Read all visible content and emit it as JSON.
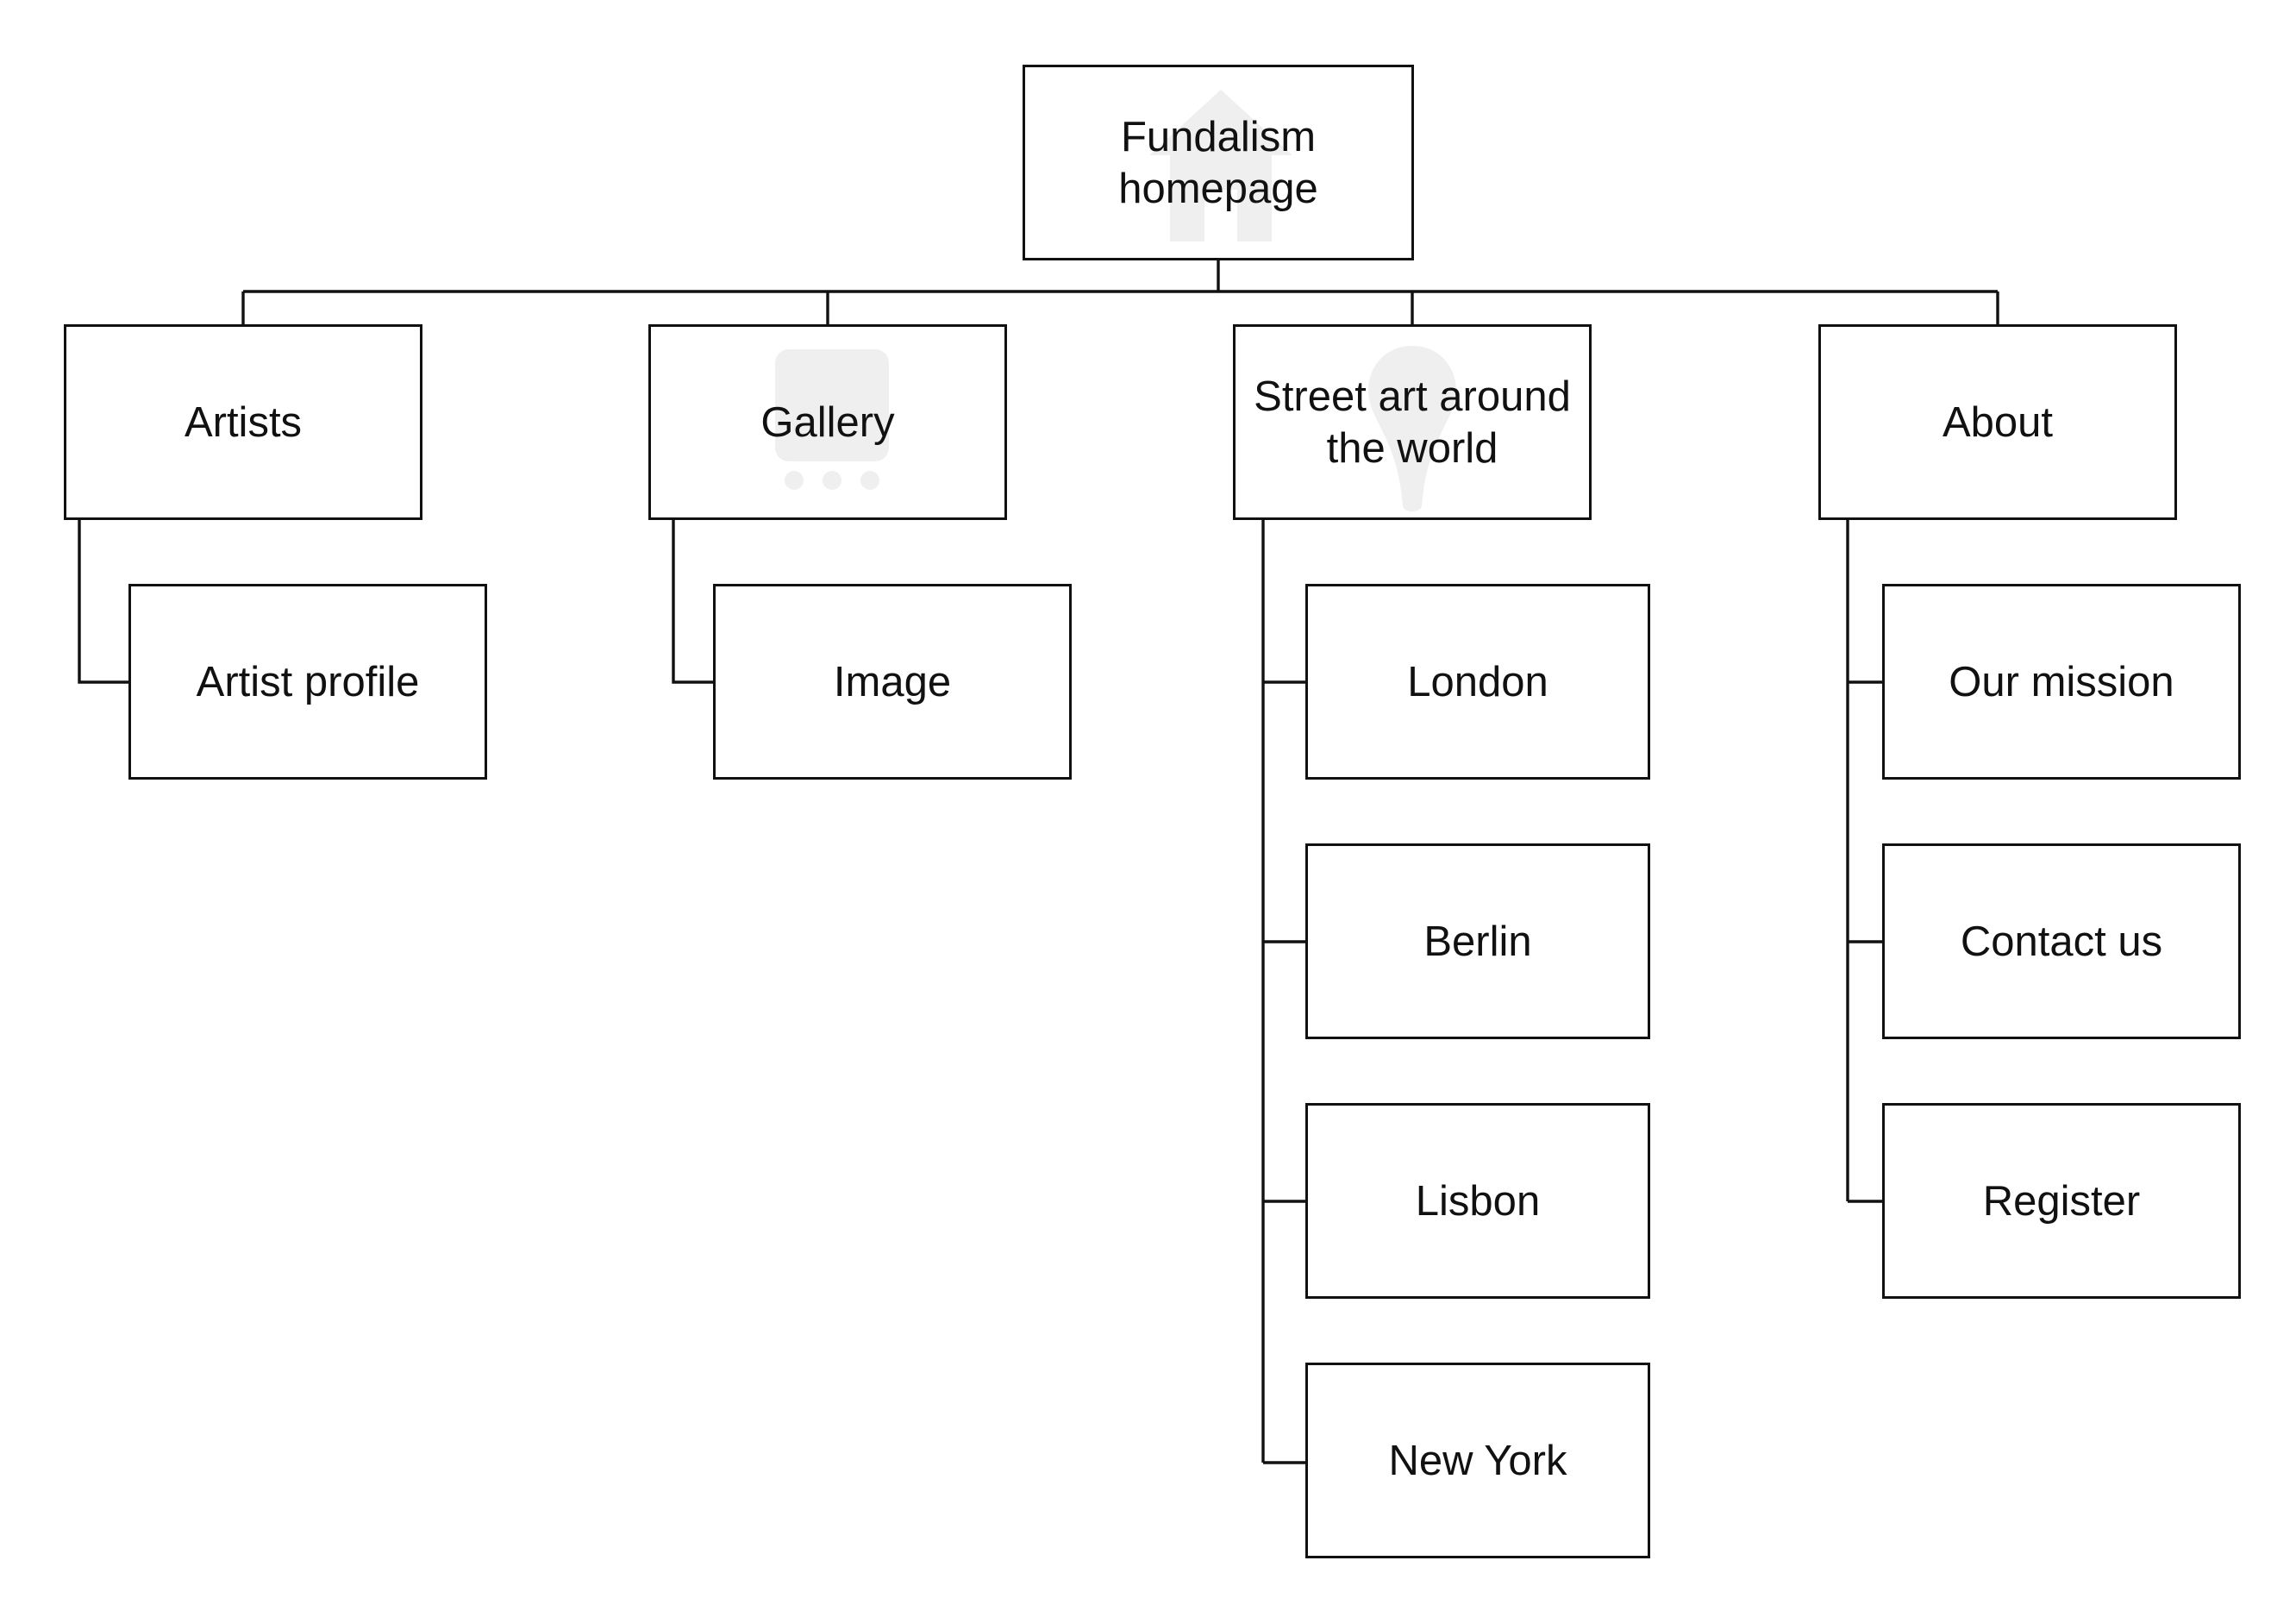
{
  "diagram": {
    "root": {
      "label": "Fundalism homepage",
      "watermark_icon": "house-icon"
    },
    "sections": [
      {
        "label": "Artists",
        "children": [
          "Artist profile"
        ]
      },
      {
        "label": "Gallery",
        "watermark_icon": "gallery-icon",
        "children": [
          "Image"
        ]
      },
      {
        "label": "Street art around the world",
        "watermark_icon": "location-pin-icon",
        "children": [
          "London",
          "Berlin",
          "Lisbon",
          "New York"
        ]
      },
      {
        "label": "About",
        "children": [
          "Our mission",
          "Contact us",
          "Register"
        ]
      }
    ]
  },
  "colors": {
    "line": "#111111",
    "watermark": "#efefef",
    "background": "#ffffff"
  }
}
